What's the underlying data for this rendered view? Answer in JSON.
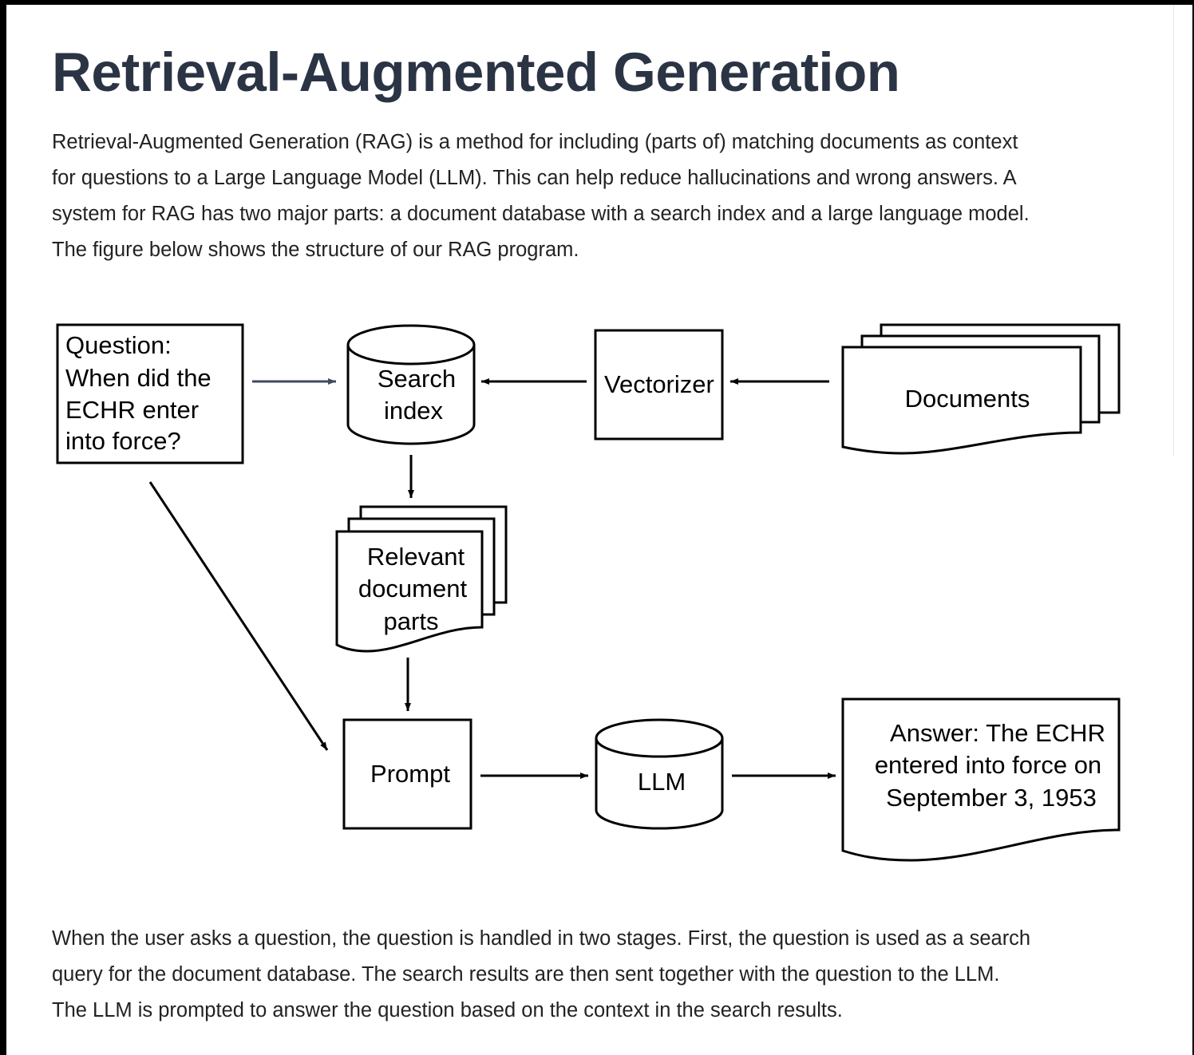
{
  "page": {
    "title": "Retrieval-Augmented Generation",
    "intro_lines": [
      "Retrieval-Augmented Generation (RAG) is a method for including (parts of) matching documents as context",
      "for questions to a Large Language Model (LLM). This can help reduce hallucinations and wrong answers. A",
      "system for RAG has two major parts: a document database with a search index and a large language model.",
      "The figure below shows the structure of our RAG program."
    ],
    "outro_lines": [
      "When the user asks a question, the question is handled in two stages. First, the question is used as a search",
      "query for the document database. The search results are then sent together with the question to the LLM.",
      "The LLM is prompted to answer the question based on the context in the search results."
    ]
  },
  "diagram": {
    "question": [
      "Question:",
      "When did the",
      "ECHR enter",
      "into force?"
    ],
    "search_index": [
      "Search",
      "index"
    ],
    "vectorizer": "Vectorizer",
    "documents": "Documents",
    "relevant_parts": [
      "Relevant",
      "document",
      "parts"
    ],
    "prompt": "Prompt",
    "llm": "LLM",
    "answer": [
      "Answer: The ECHR",
      "entered into force on",
      "September 3, 1953"
    ]
  }
}
